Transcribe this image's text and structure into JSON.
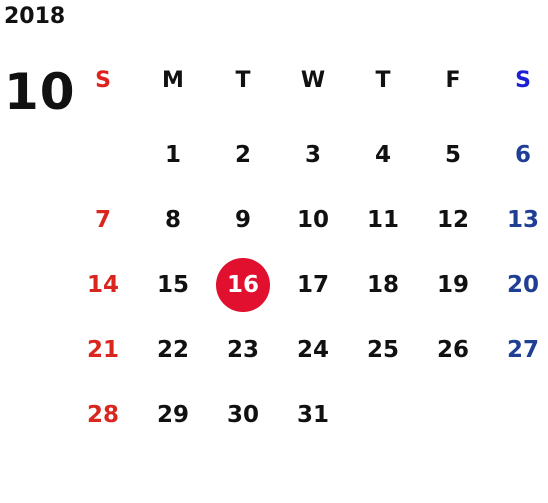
{
  "calendar": {
    "year": "2018",
    "month": "10",
    "weekdays": [
      "S",
      "M",
      "T",
      "W",
      "T",
      "F",
      "S"
    ],
    "leading_blanks": 1,
    "days": [
      "1",
      "2",
      "3",
      "4",
      "5",
      "6",
      "7",
      "8",
      "9",
      "10",
      "11",
      "12",
      "13",
      "14",
      "15",
      "16",
      "17",
      "18",
      "19",
      "20",
      "21",
      "22",
      "23",
      "24",
      "25",
      "26",
      "27",
      "28",
      "29",
      "30",
      "31"
    ],
    "highlighted_day": "16",
    "colors": {
      "text": "#111111",
      "sunday_header": "#e0211d",
      "saturday_header": "#1a1fd6",
      "sunday": "#d9261f",
      "saturday": "#1f3f95",
      "highlight_bg": "#e0102e",
      "highlight_text": "#ffffff"
    }
  }
}
